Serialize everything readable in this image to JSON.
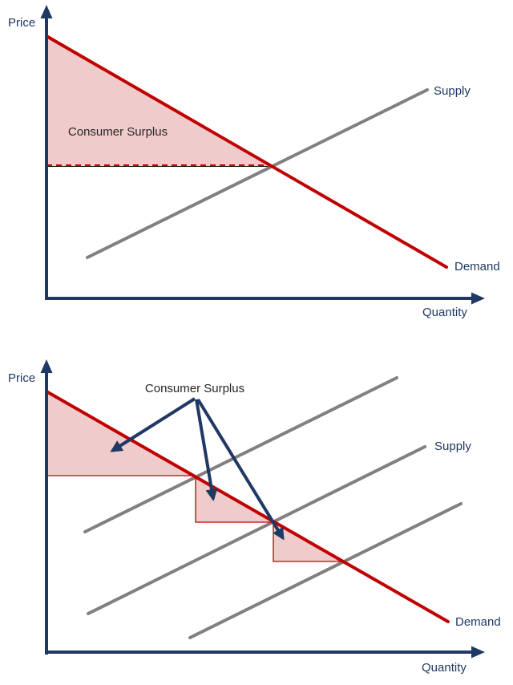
{
  "colors": {
    "navy": "#1F3864",
    "red": "#C00000",
    "gray": "#808080",
    "pink_fill": "#F0CBCB",
    "label_dark": "#262626",
    "background": "#FFFFFF"
  },
  "top_chart": {
    "price_axis_label": "Price",
    "quantity_axis_label": "Quantity",
    "supply_label": "Supply",
    "demand_label": "Demand",
    "surplus_label": "Consumer Surplus"
  },
  "bottom_chart": {
    "price_axis_label": "Price",
    "quantity_axis_label": "Quantity",
    "supply_label": "Supply",
    "demand_label": "Demand",
    "surplus_label": "Consumer Surplus"
  }
}
